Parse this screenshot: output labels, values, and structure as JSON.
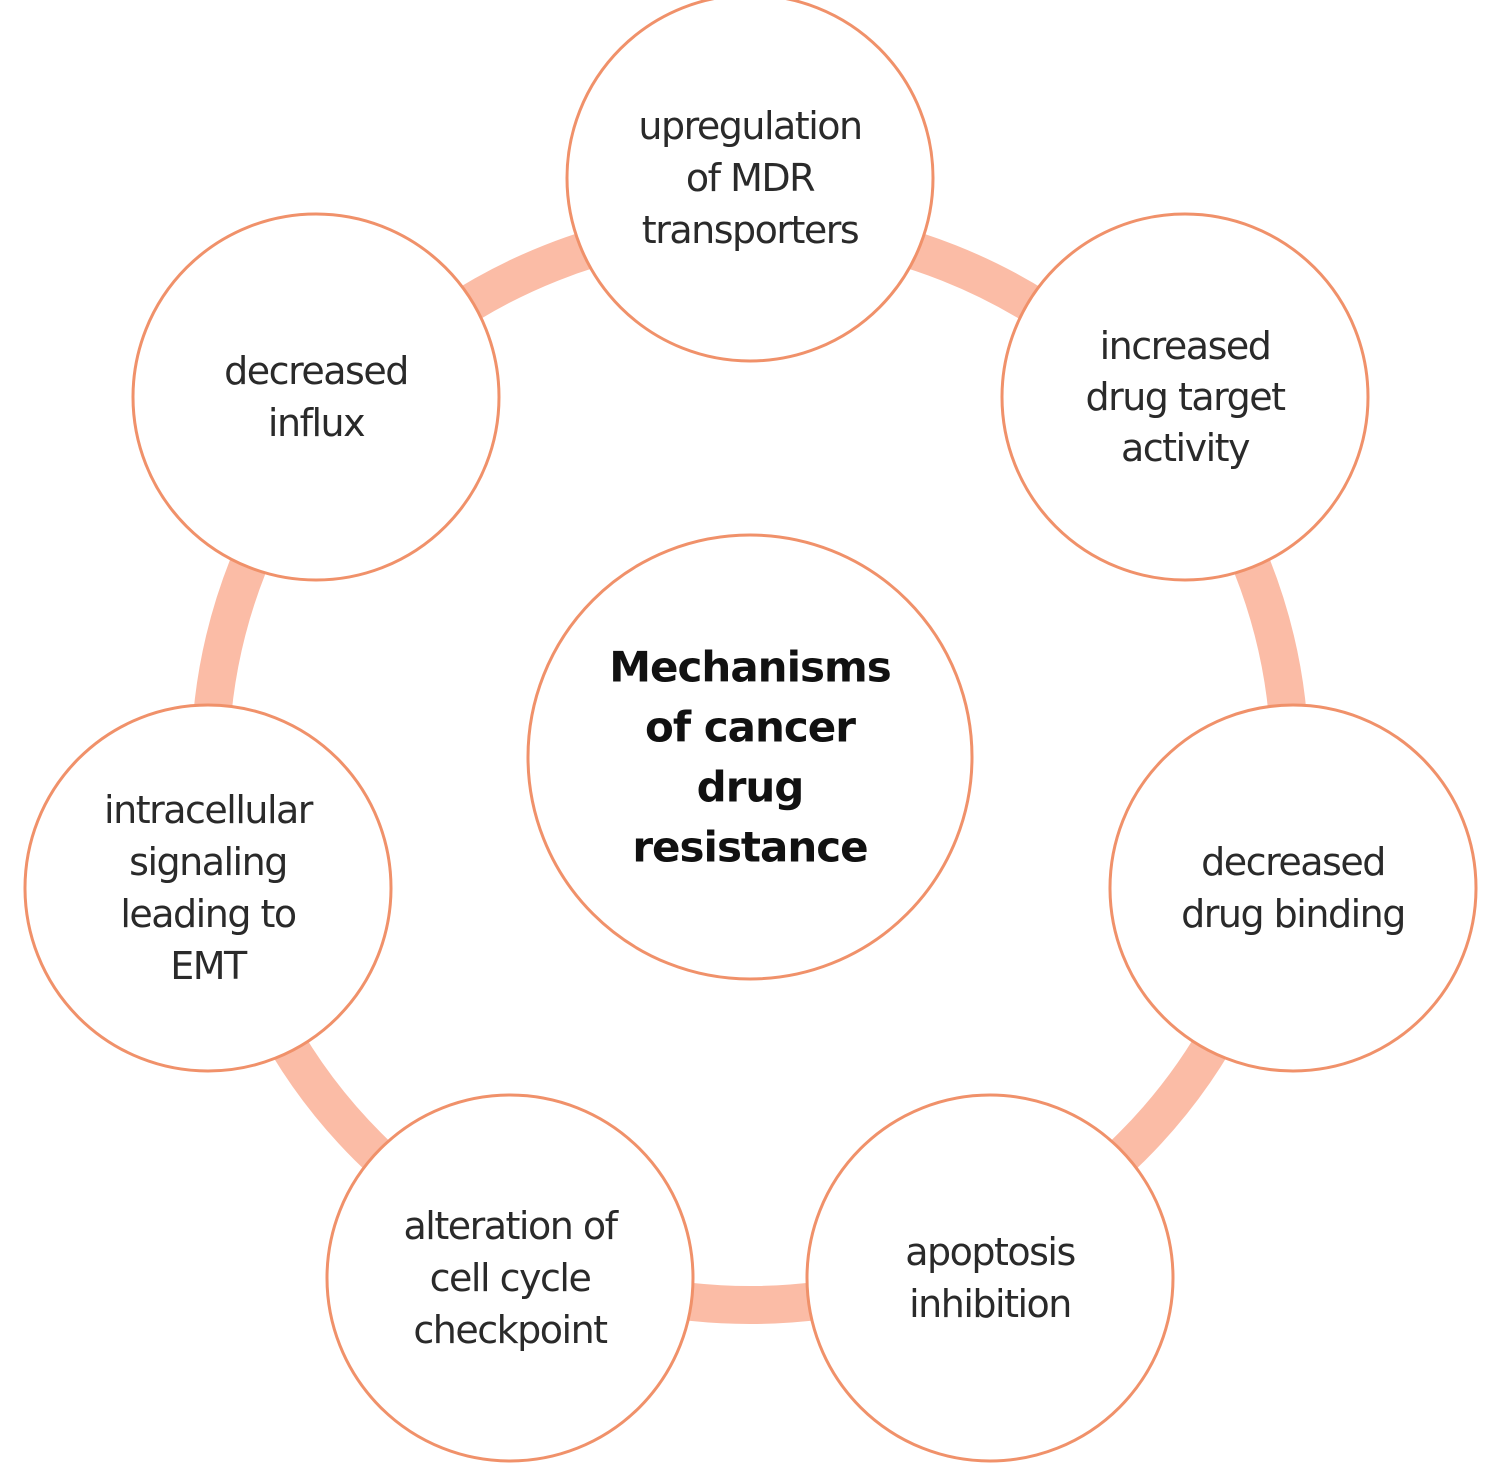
{
  "colors": {
    "ring": "#fbbca6",
    "node_outline": "#f0916a",
    "node_fill": "#ffffff",
    "text": "#2a2a2a",
    "center_text": "#111111"
  },
  "center": {
    "lines": [
      "Mechanisms",
      "of cancer",
      "drug",
      "resistance"
    ]
  },
  "nodes": [
    {
      "id": "mdr-transporters",
      "lines": [
        "upregulation",
        "of MDR",
        "transporters"
      ]
    },
    {
      "id": "drug-target-activity",
      "lines": [
        "increased",
        "drug target",
        "activity"
      ]
    },
    {
      "id": "drug-binding",
      "lines": [
        "decreased",
        "drug binding"
      ]
    },
    {
      "id": "apoptosis-inhibition",
      "lines": [
        "apoptosis",
        "inhibition"
      ]
    },
    {
      "id": "cell-cycle-checkpoint",
      "lines": [
        "alteration of",
        "cell cycle",
        "checkpoint"
      ]
    },
    {
      "id": "emt-signaling",
      "lines": [
        "intracellular",
        "signaling",
        "leading to",
        "EMT"
      ]
    },
    {
      "id": "decreased-influx",
      "lines": [
        "decreased",
        "influx"
      ]
    }
  ]
}
